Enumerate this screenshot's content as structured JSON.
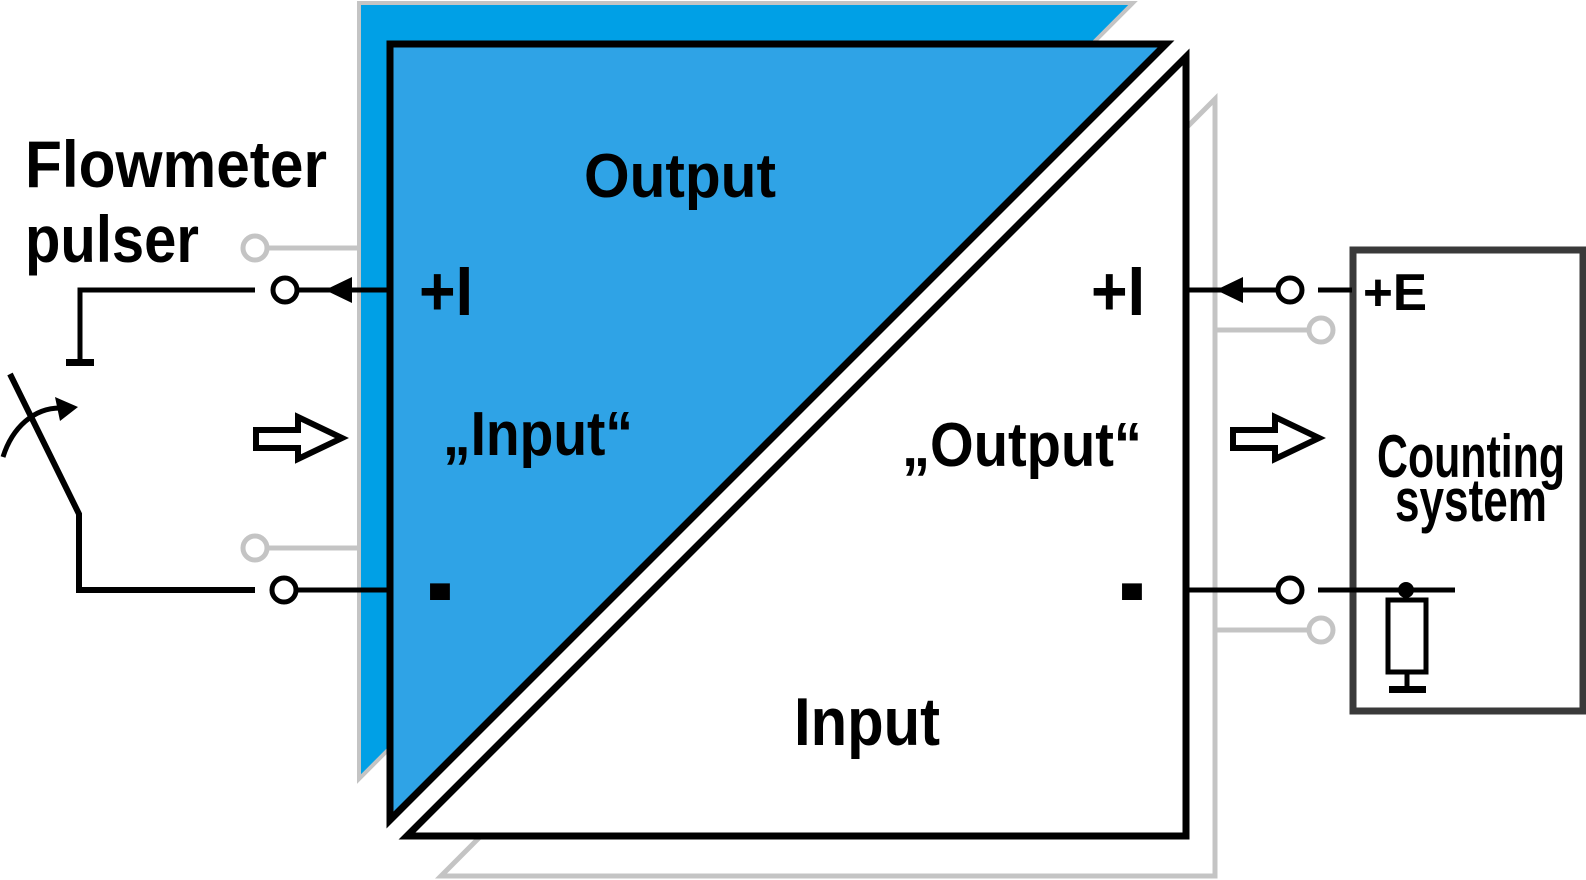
{
  "title": "Flowmeter pulser to counting system wiring diagram",
  "colors": {
    "blue_front": "#2fa3e6",
    "blue_back": "#00a0e6",
    "shadow_gray": "#c4c4c4",
    "box_stroke": "#3a3a3a",
    "wire_black": "#000000"
  },
  "flowmeter": {
    "label_line1": "Flowmeter",
    "label_line2": "pulser"
  },
  "converter": {
    "front_unit": {
      "section_label": "Output",
      "terminal_plus": "+I",
      "signal_label": "„Input“",
      "terminal_minus": "-"
    },
    "rear_unit": {
      "terminal_plus": "+I",
      "signal_label": "„Output“",
      "terminal_minus": "-",
      "section_label": "Input"
    }
  },
  "counting_system": {
    "terminal_plus": "+E",
    "name_line1": "Counting",
    "name_line2": "system"
  },
  "icons": {
    "signal_direction_left": "hollow-right-arrow",
    "signal_direction_right": "hollow-right-arrow",
    "wire_arrow_left": "left-filled-arrowhead",
    "wire_arrow_right": "left-filled-arrowhead",
    "switch": "switch-with-actuation-arc",
    "resistor": "resistor-with-ground-bar"
  }
}
